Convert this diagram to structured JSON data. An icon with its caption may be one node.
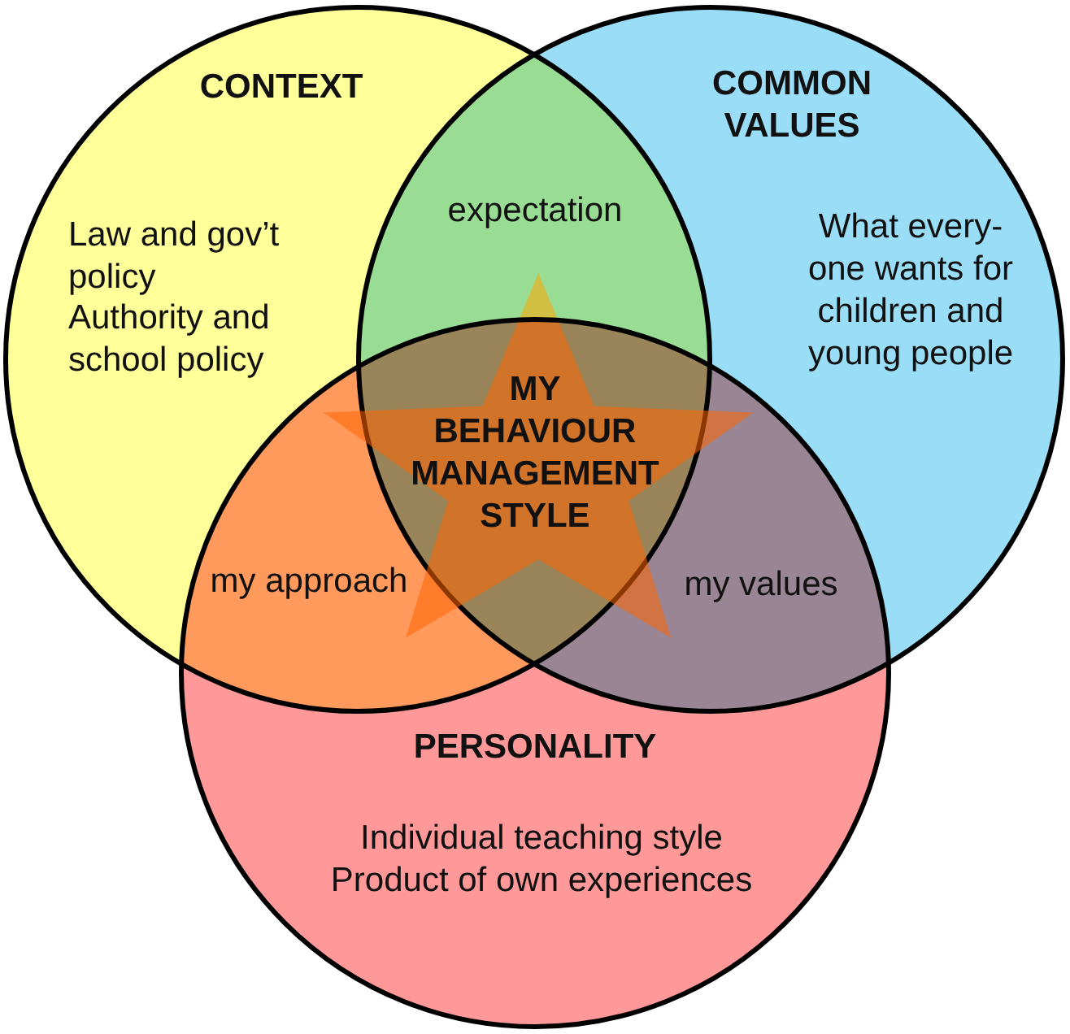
{
  "diagram": {
    "nodes": [
      {
        "text": [
          "CONTEXT",
          "Law and gov’t policy",
          "Authority and school policy"
        ]
      },
      {
        "text": [
          "COMMON VALUES",
          "What every- one wants for children and young people"
        ]
      },
      {
        "text": [
          "MY BEHAVIOUR MANAGEMENT STYLE"
        ]
      },
      {
        "text": [
          "PERSONALITY",
          "Individual teaching style",
          "Product of own experiences"
        ]
      }
    ],
    "labels": [
      "expectation",
      "my approach",
      "my values"
    ]
  }
}
